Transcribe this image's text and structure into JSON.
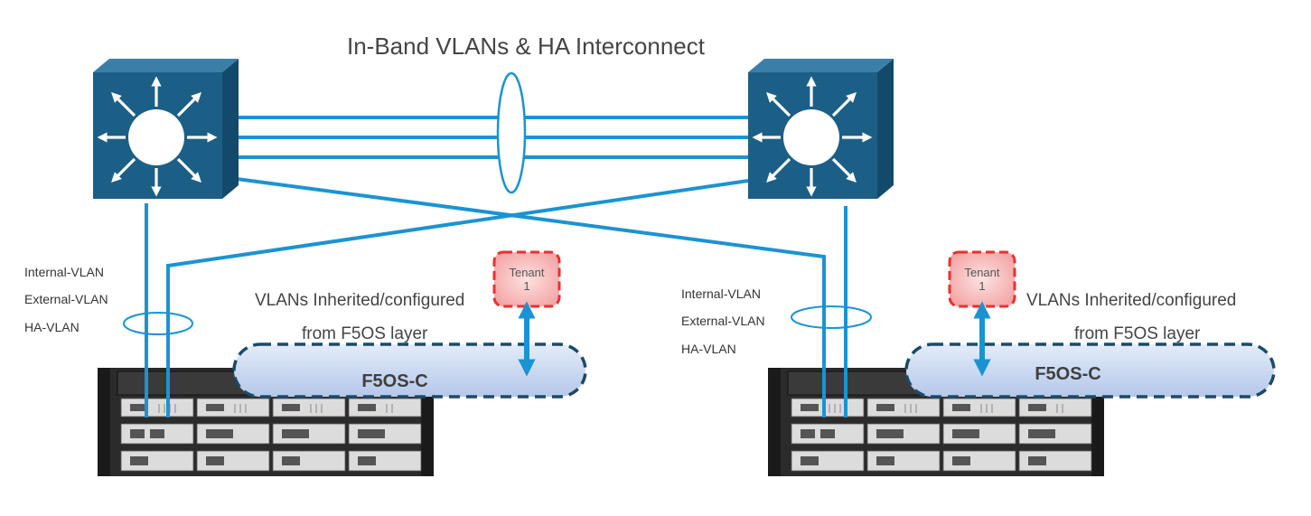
{
  "title": "In-Band VLANs & HA Interconnect",
  "colors": {
    "switch_fill": "#1c5f86",
    "link": "#1b93d2",
    "fabric_dash": "#1c4a66",
    "tenant_fill": "#f6b3b3",
    "tenant_border": "#e8322f",
    "arrow": "#1b93d2"
  },
  "left_site": {
    "vlans": [
      "Internal-VLAN",
      "External-VLAN",
      "HA-VLAN"
    ],
    "inherited_line1": "VLANs Inherited/configured",
    "inherited_line2": "from F5OS layer",
    "layer_label": "F5OS-C",
    "tenant_label": "Tenant",
    "tenant_number": "1"
  },
  "right_site": {
    "vlans": [
      "Internal-VLAN",
      "External-VLAN",
      "HA-VLAN"
    ],
    "inherited_line1": "VLANs Inherited/configured",
    "inherited_line2": "from F5OS layer",
    "layer_label": "F5OS-C",
    "tenant_label": "Tenant",
    "tenant_number": "1"
  },
  "icons": {
    "switch": "layer3-switch-icon",
    "chassis": "velos-chassis-icon",
    "bundle": "link-bundle-ellipse"
  }
}
